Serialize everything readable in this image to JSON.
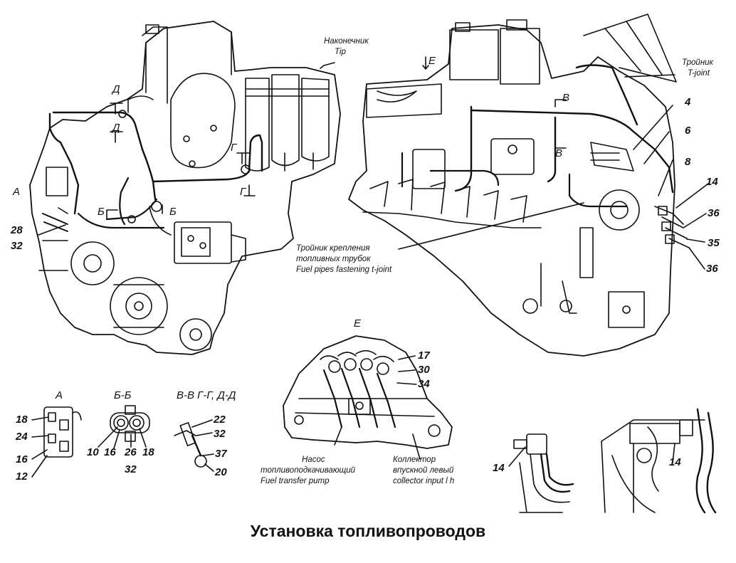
{
  "title": "Установка топливопроводов",
  "callouts_left": {
    "tip_ru": "Наконечник",
    "tip_en": "Tip",
    "section_d": "Д",
    "section_d2": "Д",
    "section_g": "Г",
    "section_g2": "Г",
    "section_b": "Б",
    "section_b2": "Б",
    "view_a": "A",
    "n28": "28",
    "n32": "32"
  },
  "callouts_right": {
    "view_e": "Е",
    "section_v": "В",
    "section_v2": "В",
    "tjoint_ru": "Тройник",
    "tjoint_en": "T-joint",
    "n4": "4",
    "n6": "6",
    "n8": "8",
    "n14": "14",
    "n36a": "36",
    "n35": "35",
    "n36b": "36",
    "fastening_ru1": "Тройник крепления",
    "fastening_ru2": "топливных трубок",
    "fastening_en": "Fuel pipes fastening t-joint"
  },
  "detail_e": {
    "label": "Е",
    "n17": "17",
    "n30": "30",
    "n34": "34",
    "pump_ru1": "Насос",
    "pump_ru2": "топливоподкачивающий",
    "pump_en": "Fuel transfer pump",
    "collector_ru1": "Коллектор",
    "collector_ru2": "впускной левый",
    "collector_en": "collector input l h"
  },
  "detail_a": {
    "label": "А",
    "n18": "18",
    "n24": "24",
    "n16": "16",
    "n12": "12"
  },
  "detail_bb": {
    "label": "Б-Б",
    "n10": "10",
    "n16": "16",
    "n26": "26",
    "n18": "18",
    "n32": "32"
  },
  "detail_vv": {
    "label": "В-В  Г-Г, Д-Д",
    "n22": "22",
    "n32": "32",
    "n37": "37",
    "n20": "20"
  },
  "detail_14": {
    "n14a": "14",
    "n14b": "14"
  }
}
